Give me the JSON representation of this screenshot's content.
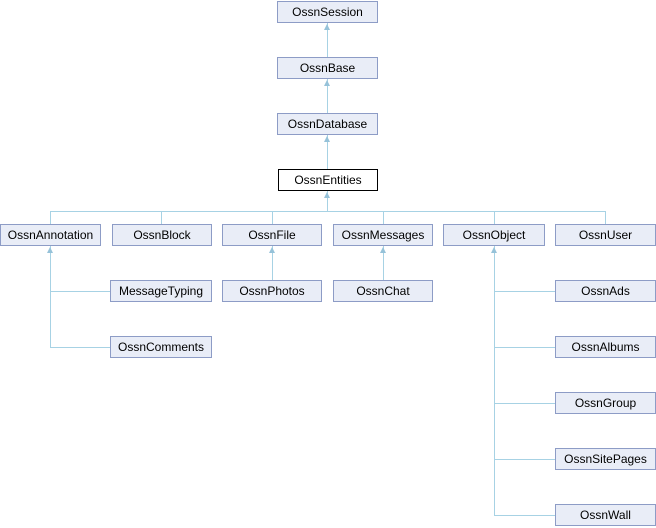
{
  "diagram": {
    "kind": "class-inheritance-graph",
    "current_class": "OssnEntities",
    "colors": {
      "background": "#ffffff",
      "node_fill": "#e9edf7",
      "node_border": "#8d9cc6",
      "current_node_fill": "#ffffff",
      "current_node_border": "#000000",
      "connector_line": "#a7d2e4",
      "arrowhead": "#96c2d9",
      "text": "#000000"
    },
    "nodes": [
      {
        "label": "OssnSession",
        "parent": null
      },
      {
        "label": "OssnBase",
        "parent": "OssnSession"
      },
      {
        "label": "OssnDatabase",
        "parent": "OssnBase"
      },
      {
        "label": "OssnEntities",
        "parent": "OssnDatabase",
        "current": true
      },
      {
        "label": "OssnAnnotation",
        "parent": "OssnEntities"
      },
      {
        "label": "OssnBlock",
        "parent": "OssnEntities"
      },
      {
        "label": "OssnFile",
        "parent": "OssnEntities"
      },
      {
        "label": "OssnMessages",
        "parent": "OssnEntities"
      },
      {
        "label": "OssnObject",
        "parent": "OssnEntities"
      },
      {
        "label": "OssnUser",
        "parent": "OssnEntities"
      },
      {
        "label": "MessageTyping",
        "parent": "OssnAnnotation"
      },
      {
        "label": "OssnComments",
        "parent": "OssnAnnotation"
      },
      {
        "label": "OssnPhotos",
        "parent": "OssnFile"
      },
      {
        "label": "OssnChat",
        "parent": "OssnMessages"
      },
      {
        "label": "OssnAds",
        "parent": "OssnObject"
      },
      {
        "label": "OssnAlbums",
        "parent": "OssnObject"
      },
      {
        "label": "OssnGroup",
        "parent": "OssnObject"
      },
      {
        "label": "OssnSitePages",
        "parent": "OssnObject"
      },
      {
        "label": "OssnWall",
        "parent": "OssnObject"
      }
    ]
  }
}
